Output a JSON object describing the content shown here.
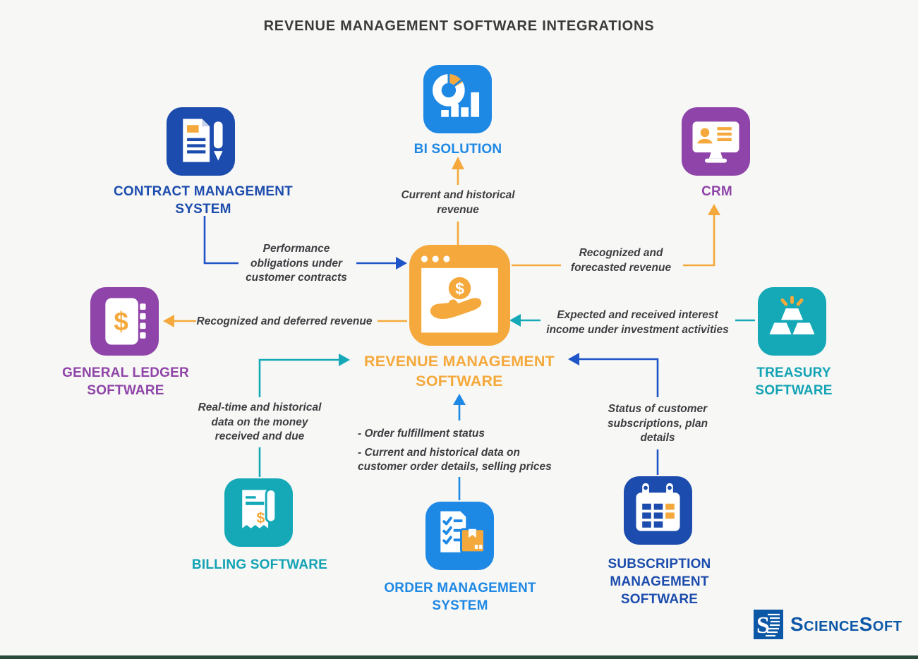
{
  "page": {
    "title": "REVENUE MANAGEMENT SOFTWARE INTEGRATIONS",
    "background_color": "#F7F7F5",
    "footer_bar_color": "#2A4A3A"
  },
  "center": {
    "label": "REVENUE MANAGEMENT SOFTWARE",
    "color": "#F5A93C",
    "icon": "browser-dollar-hand-icon"
  },
  "nodes": {
    "bi": {
      "label": "BI SOLUTION",
      "color": "#1E88E5",
      "icon": "pie-and-bar-chart-icon"
    },
    "contract": {
      "label": "CONTRACT MANAGEMENT SYSTEM",
      "color": "#1C4CAD",
      "icon": "document-and-pencil-icon"
    },
    "crm": {
      "label": "CRM",
      "color": "#8E44A8",
      "icon": "monitor-contact-icon"
    },
    "ledger": {
      "label": "GENERAL LEDGER SOFTWARE",
      "color": "#8E44A8",
      "icon": "ledger-book-dollar-icon"
    },
    "treasury": {
      "label": "TREASURY SOFTWARE",
      "color": "#15A9B8",
      "icon": "gold-bars-icon"
    },
    "billing": {
      "label": "BILLING SOFTWARE",
      "color": "#15A9B8",
      "icon": "receipt-dollar-icon"
    },
    "order": {
      "label": "ORDER MANAGEMENT SYSTEM",
      "color": "#1E88E5",
      "icon": "checklist-package-icon"
    },
    "subscription": {
      "label": "SUBSCRIPTION MANAGEMENT SOFTWARE",
      "color": "#1C4CAD",
      "icon": "calendar-icon"
    }
  },
  "edges": {
    "to_bi": {
      "from": "center",
      "to": "bi",
      "color": "#F5A93C",
      "label": "Current and historical revenue"
    },
    "from_contract": {
      "from": "contract",
      "to": "center",
      "color": "#2055C8",
      "label": "Performance obligations under customer contracts"
    },
    "to_crm": {
      "from": "center",
      "to": "crm",
      "color": "#F5A93C",
      "label": "Recognized and forecasted revenue"
    },
    "to_ledger": {
      "from": "center",
      "to": "ledger",
      "color": "#F5A93C",
      "label": "Recognized and deferred revenue"
    },
    "from_treasury": {
      "from": "treasury",
      "to": "center",
      "color": "#15A9B8",
      "label": "Expected and received interest income under investment activities"
    },
    "from_billing": {
      "from": "billing",
      "to": "center",
      "color": "#15A9B8",
      "label": "Real-time and historical data on the money received and due"
    },
    "from_order": {
      "from": "order",
      "to": "center",
      "color": "#1E88E5",
      "lines": [
        "- Order fulfillment status",
        "- Current and historical data on customer order details, selling prices"
      ]
    },
    "from_subscription": {
      "from": "subscription",
      "to": "center",
      "color": "#2055C8",
      "label": "Status of customer subscriptions, plan details"
    }
  },
  "branding": {
    "logo_text": "ScienceSoft",
    "logo_color": "#0D57A7"
  }
}
